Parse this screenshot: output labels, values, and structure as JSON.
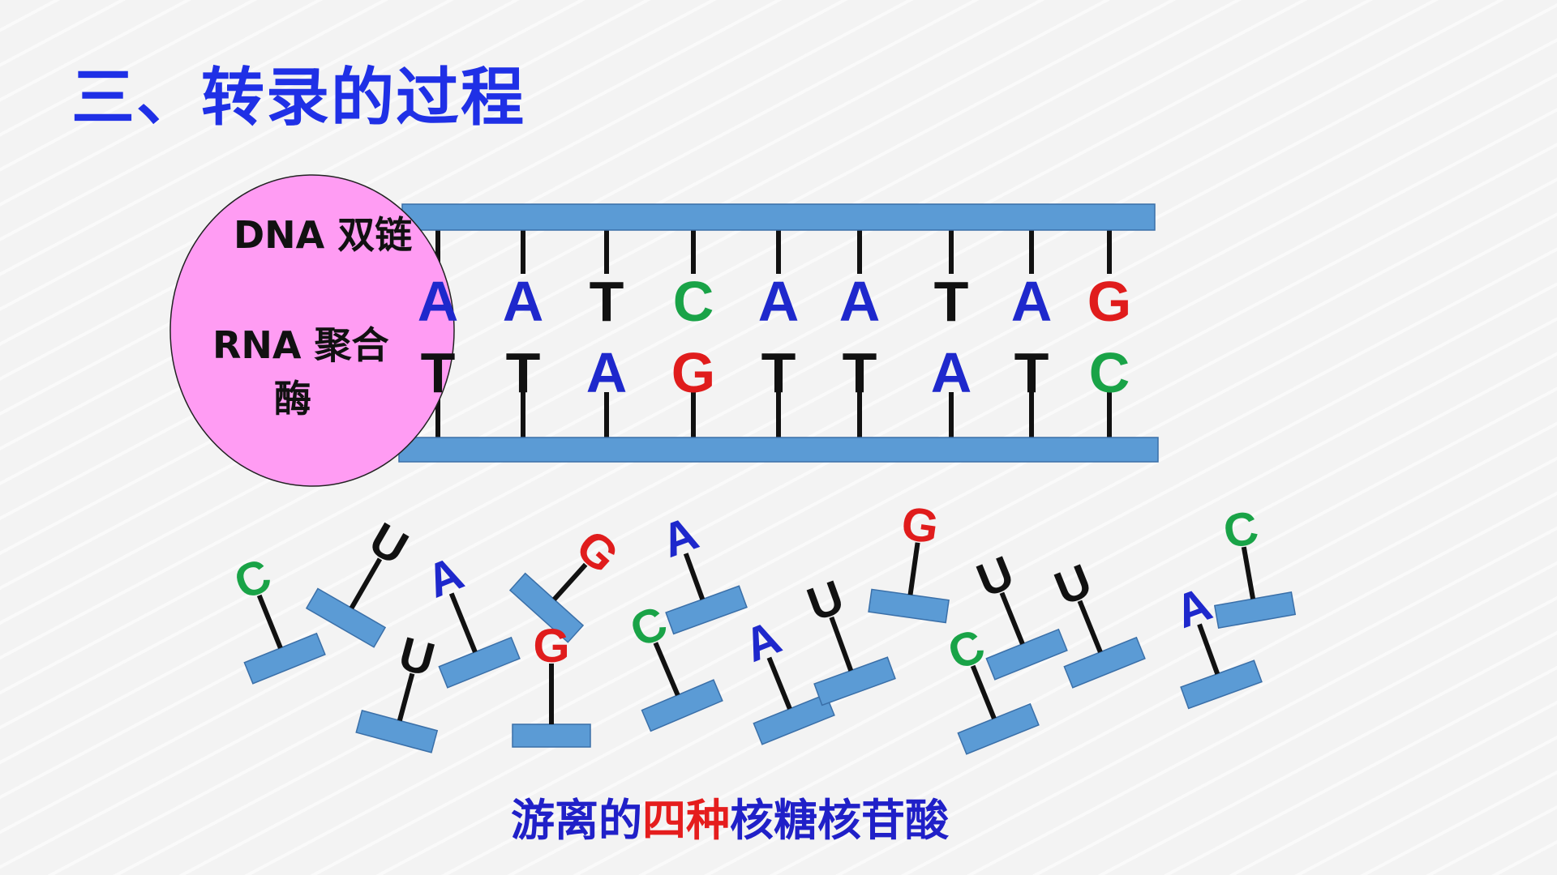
{
  "title": "三、转录的过程",
  "labels": {
    "dna_double": "DNA 双链",
    "rna_pol_line1": "RNA 聚合",
    "rna_pol_line2": "酶"
  },
  "caption": {
    "part1": "游离的",
    "highlight": "四种",
    "part2": "核糖核苷酸"
  },
  "colors": {
    "A": "#1e28cc",
    "T": "#111111",
    "U": "#111111",
    "C": "#19a347",
    "G": "#e01c1c",
    "strand": "#5b9bd5",
    "enzyme": "#ff9cf3",
    "title": "#1f30e6",
    "caption": "#2020c8",
    "caption_highlight": "#e51d1d"
  },
  "dna": {
    "top_strand": [
      "A",
      "A",
      "T",
      "C",
      "A",
      "A",
      "T",
      "A",
      "G"
    ],
    "bottom_strand": [
      "T",
      "T",
      "A",
      "G",
      "T",
      "T",
      "A",
      "T",
      "C"
    ]
  },
  "free_nucleotides": [
    "C",
    "U",
    "U",
    "A",
    "G",
    "G",
    "C",
    "A",
    "A",
    "U",
    "G",
    "C",
    "U",
    "U",
    "A",
    "C"
  ]
}
